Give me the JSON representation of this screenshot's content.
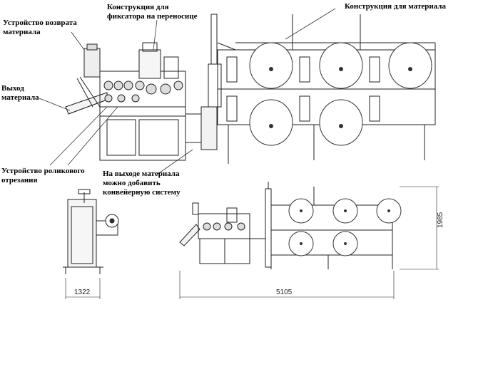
{
  "labels": {
    "return_device_1": "Устройство возврата",
    "return_device_2": "материала",
    "fixator_1": "Конструкция для",
    "fixator_2": "фиксатора на переносице",
    "material_structure": "Конструкция для материала",
    "output_1": "Выход",
    "output_2": "материала",
    "roller_cut_1": "Устройство роликового",
    "roller_cut_2": "отрезания",
    "conveyor_1": "На выходе материала",
    "conveyor_2": "можно добавить",
    "conveyor_3": "конвейерную систему"
  },
  "dimensions": {
    "side_width": "1322",
    "front_length": "5105",
    "height": "1985"
  }
}
